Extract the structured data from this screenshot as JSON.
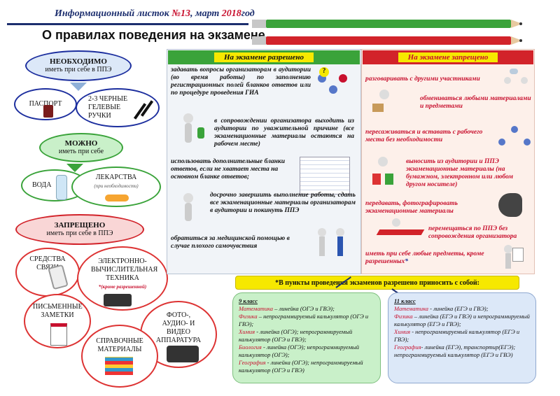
{
  "header": {
    "leaflet_prefix": "Информационный листок ",
    "leaflet_no": "№13",
    "leaflet_mid": ", март ",
    "leaflet_year": "2018",
    "leaflet_suffix": "год",
    "title": "О правилах поведения на экзамене"
  },
  "left": {
    "need": {
      "title": "НЕОБХОДИМО",
      "subtitle": "иметь при себе в ППЭ"
    },
    "passport": "ПАСПОРТ",
    "pens": "2-3 ЧЕРНЫЕ ГЕЛЕВЫЕ РУЧКИ",
    "may": {
      "title": "МОЖНО",
      "subtitle": "иметь при себе"
    },
    "water": "ВОДА",
    "medicine": "ЛЕКАРСТВА",
    "medicine_note": "(при необходимости)",
    "forbidden": {
      "title": "ЗАПРЕЩЕНО",
      "subtitle": "иметь при себе в ППЭ"
    },
    "comm": "СРЕДСТВА СВЯЗИ",
    "calc": "ЭЛЕКТРОННО-ВЫЧИСЛИТЕЛЬНАЯ ТЕХНИКА",
    "calc_note": "*(кроме разрешенной)",
    "notes": "ПИСЬМЕННЫЕ ЗАМЕТКИ",
    "photo": "ФОТО-, АУДИО- И ВИДЕО АППАРАТУРА",
    "reference": "СПРАВОЧНЫЕ МАТЕРИАЛЫ"
  },
  "allowed": {
    "heading": "На экзамене разрешено",
    "items": [
      "задавать вопросы организаторам в аудитории (во время работы) по заполнению регистрационных полей бланков ответов или по процедуре проведения ГИА",
      "в сопровождении организатора выходить из аудитории по уважительной причине (все экзаменационные материалы остаются на рабочем месте)",
      "использовать дополнительные бланки ответов, если не хватает места на основном бланке ответов;",
      "досрочно завершить выполнение работы, сдать все экзаменационные материалы организаторам в аудитории и покинуть ППЭ",
      "обратиться за медицинской помощью в случае плохого самочувствия"
    ]
  },
  "forbidden_panel": {
    "heading": "На экзамене запрещено",
    "items": [
      "разговаривать с другими участниками",
      "обмениваться любыми материалами и предметами",
      "пересаживаться и вставать с рабочего места без необходимости",
      "выносить из аудитории и ППЭ экзаменационные материалы (на бумажном, электронном или любом другом носителе)",
      "передавать, фотографировать экзаменационные материалы",
      "перемещаться по ППЭ без сопровождения организатора",
      "иметь при себе любые предметы, кроме разрешенных"
    ],
    "star": "*"
  },
  "bring": {
    "heading": "*В пункты проведения экзаменов разрешено приносить с собой:",
    "grade9": {
      "title": "9 класс",
      "lines": [
        {
          "subj": "Математика",
          "rest": " – линейка (ОГЭ и ГВЭ);"
        },
        {
          "subj": "Физика",
          "rest": " – непрограммируемый калькулятор (ОГЭ и ГВЭ);"
        },
        {
          "subj": "Химия",
          "rest": " - линейка (ОГЭ); непрограммируемый калькулятор (ОГЭ и ГВЭ);"
        },
        {
          "subj": "Биология",
          "rest": " - линейка (ОГЭ); непрограммируемый калькулятор (ОГЭ);"
        },
        {
          "subj": "География",
          "rest": " - линейка (ОГЭ); непрограммируемый калькулятор (ОГЭ и ГВЭ)"
        }
      ]
    },
    "grade11": {
      "title": "11 класс",
      "lines": [
        {
          "subj": "Математика",
          "rest": " - линейка (ЕГЭ и ГВЭ);"
        },
        {
          "subj": "Физика",
          "rest": " – линейка (ЕГЭ и ГВЭ) и непрограммируемый калькулятор (ЕГЭ и ГВЭ);"
        },
        {
          "subj": "Химия",
          "rest": " - непрограммируемый калькулятор (ЕГЭ и ГВЭ);"
        },
        {
          "subj": "География",
          "rest": "- линейка (ЕГЭ), транспортир(ЕГЭ); непрограммируемый калькулятор (ЕГЭ и ГВЭ)"
        }
      ]
    }
  },
  "colors": {
    "navy": "#1c2e6e",
    "red": "#c8102e",
    "green": "#3aa33a",
    "blue_oval": "#dce8f8",
    "green_oval": "#c9f0c9",
    "red_oval": "#f9d6d6",
    "allowed_bg": "#f1f4f8",
    "forbidden_bg": "#fdf0ea",
    "yellow": "#f6e800"
  }
}
